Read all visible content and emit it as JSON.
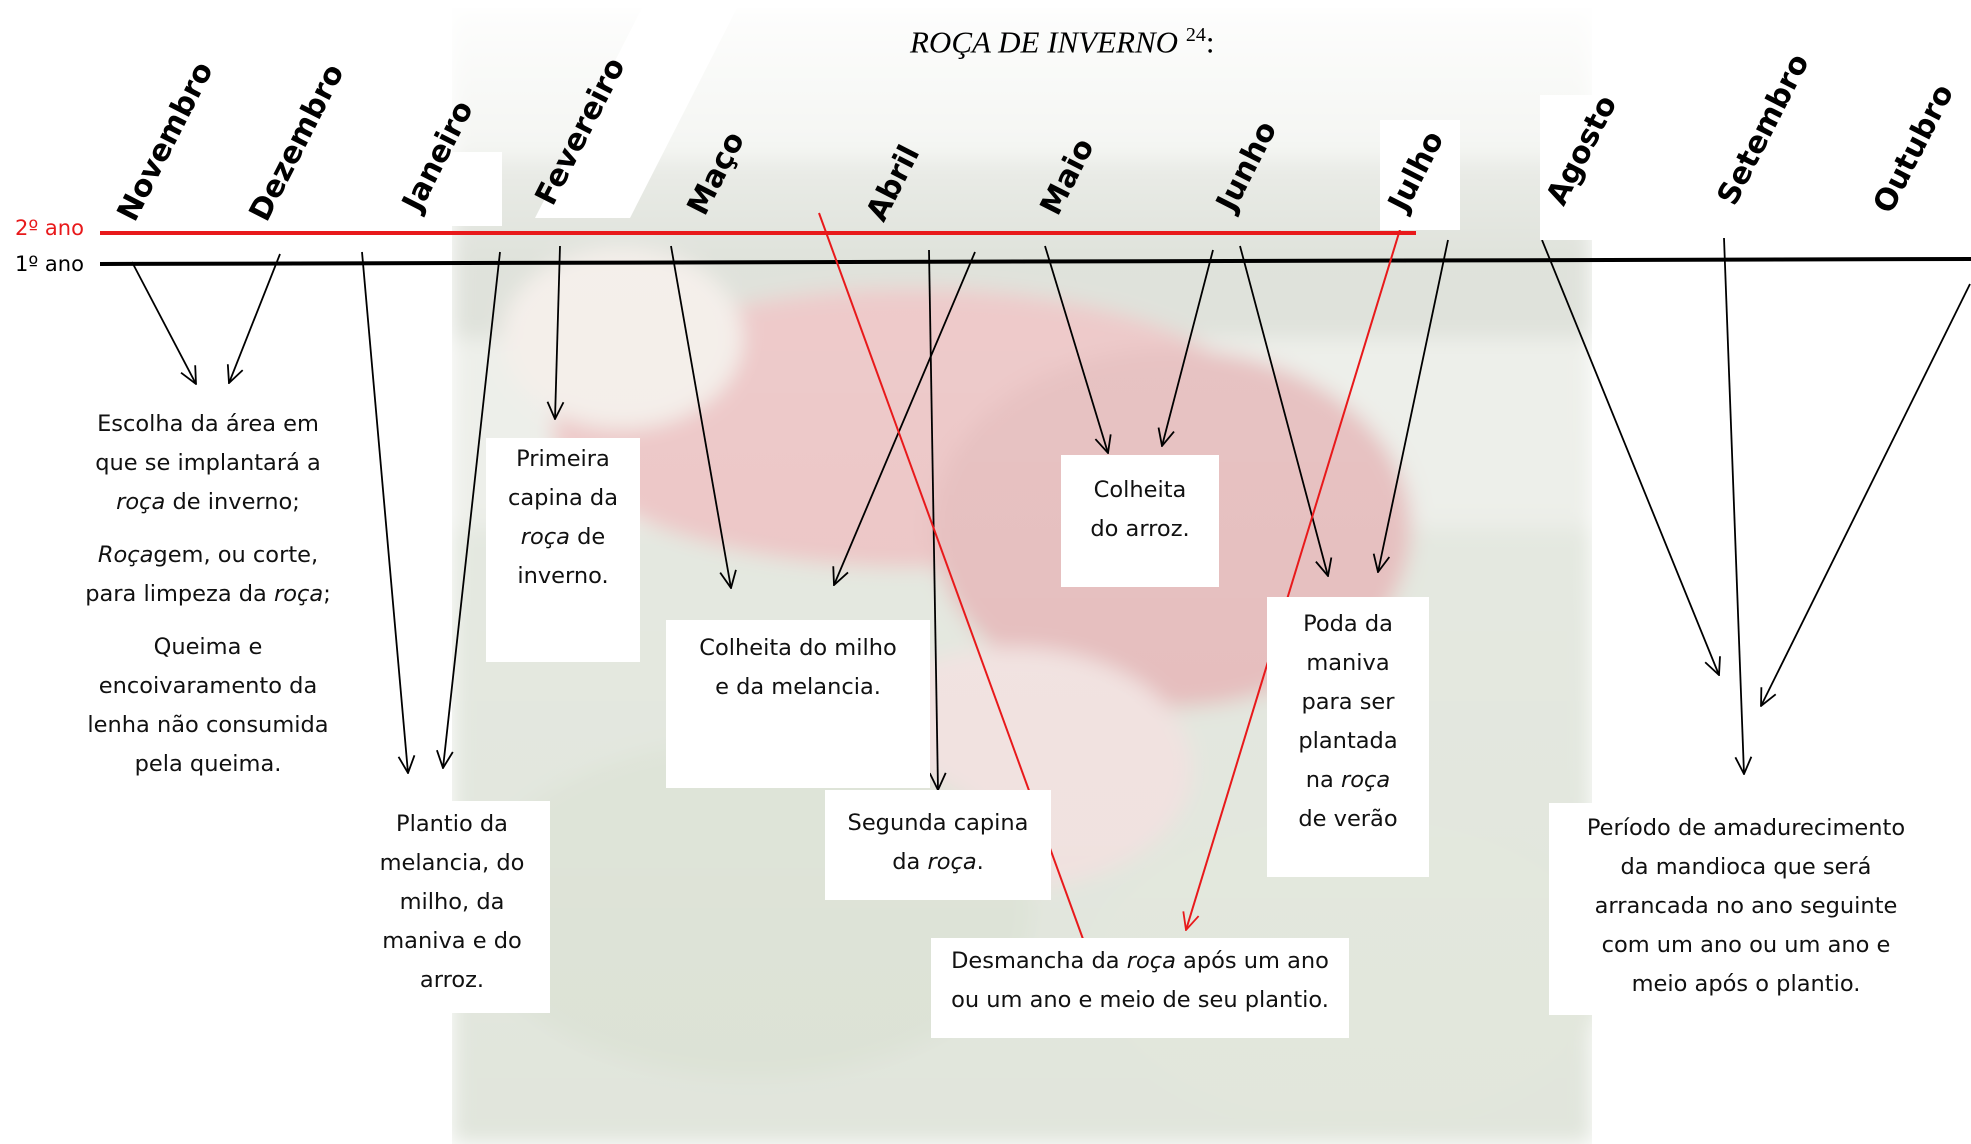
{
  "title": {
    "text": "ROÇA DE INVERNO",
    "sup": "24",
    "suffix": ":"
  },
  "years": {
    "first": "1º ano",
    "second": "2º ano"
  },
  "colors": {
    "first_year": "#000000",
    "second_year": "#e8191b"
  },
  "months": [
    "Novembro",
    "Dezembro",
    "Janeiro",
    "Fevereiro",
    "Maço",
    "Abril",
    "Maio",
    "Junho",
    "Julho",
    "Agosto",
    "Setembro",
    "Outubro"
  ],
  "boxes": {
    "escolha": {
      "l1": "Escolha da área em",
      "l2": "que se implantará a",
      "l3a": "roça",
      "l3b": " de inverno;"
    },
    "rocagem": {
      "a": "Roça",
      "b": "gem, ou corte,",
      "l2a": "para limpeza da ",
      "l2b": "roça",
      "l2c": ";"
    },
    "queima": {
      "l1": "Queima e",
      "l2": "encoivaramento da",
      "l3": "lenha não consumida",
      "l4": "pela queima."
    },
    "primeira_capina": {
      "l1": "Primeira",
      "l2": "capina da",
      "l3a": "roça",
      "l3b": " de",
      "l4": "inverno."
    },
    "plantio": {
      "l1": "Plantio da",
      "l2": "melancia, do",
      "l3": "milho, da",
      "l4": "maniva e do",
      "l5": "arroz."
    },
    "colheita_milho": {
      "l1": "Colheita do milho",
      "l2": "e da melancia."
    },
    "segunda_capina": {
      "l1": "Segunda capina",
      "l2a": "da ",
      "l2b": "roça",
      "l2c": "."
    },
    "colheita_arroz": {
      "l1": "Colheita",
      "l2": "do arroz."
    },
    "poda": {
      "l1": "Poda da",
      "l2": "maniva",
      "l3": "para ser",
      "l4": "plantada",
      "l5a": "na ",
      "l5b": "roça",
      "l6": "de verão"
    },
    "desmancha": {
      "l1a": "Desmancha da ",
      "l1b": "roça",
      "l1c": " após um ano",
      "l2": "ou um ano e meio de seu plantio."
    },
    "amadurecimento": {
      "l1": "Período de amadurecimento",
      "l2": "da mandioca que será",
      "l3": "arrancada no ano seguinte",
      "l4": "com um ano ou um ano e",
      "l5": "meio após o plantio."
    }
  }
}
